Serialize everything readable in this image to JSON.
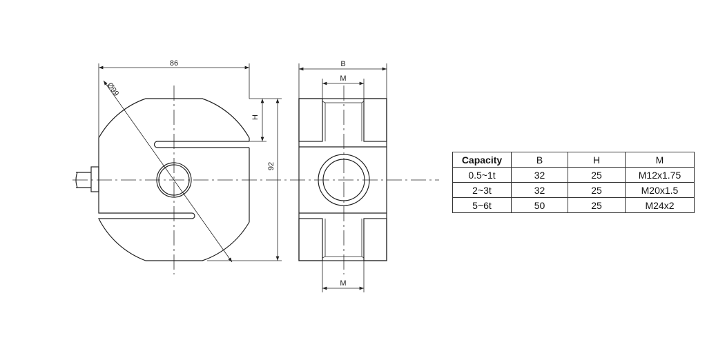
{
  "drawing": {
    "dim_width": "86",
    "dim_diameter": "Ø99",
    "dim_height": "92",
    "dim_h": "H",
    "dim_b": "B",
    "dim_m_top": "M",
    "dim_m_bottom": "M"
  },
  "table": {
    "headers": [
      "Capacity",
      "B",
      "H",
      "M"
    ],
    "rows": [
      [
        "0.5~1t",
        "32",
        "25",
        "M12x1.75"
      ],
      [
        "2~3t",
        "32",
        "25",
        "M20x1.5"
      ],
      [
        "5~6t",
        "50",
        "25",
        "M24x2"
      ]
    ]
  }
}
